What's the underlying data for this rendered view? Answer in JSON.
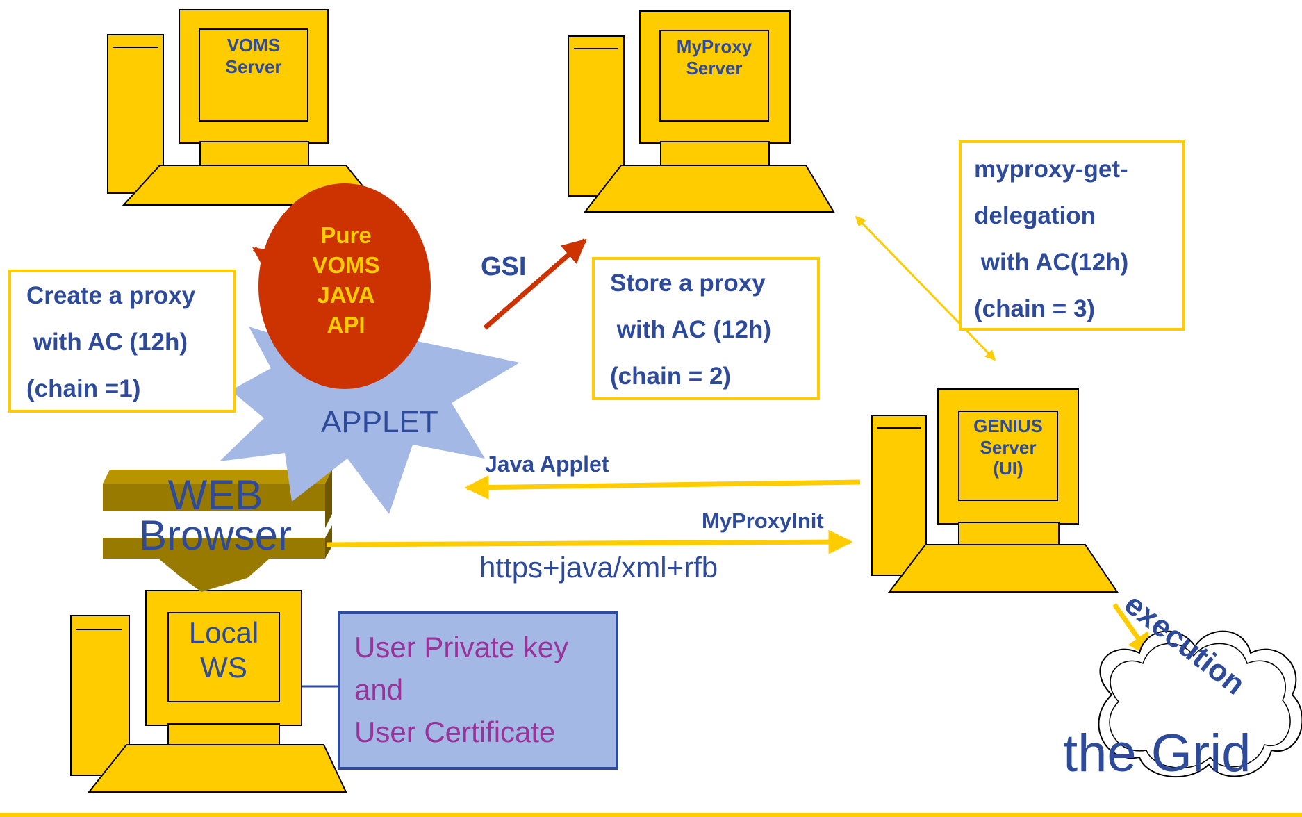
{
  "servers": {
    "voms": "VOMS\nServer",
    "myproxy": "MyProxy\nServer",
    "genius": "GENIUS\nServer\n(UI)",
    "local": "Local\nWS"
  },
  "api_bubble": "Pure\nVOMS\nJAVA\nAPI",
  "applet": "APPLET",
  "browser": "WEB\nBrowser",
  "boxes": {
    "create_proxy": "Create a proxy\n with AC (12h)\n(chain =1)",
    "store_proxy": "Store a proxy\n with AC (12h)\n(chain = 2)",
    "get_delegation": "myproxy-get-\ndelegation\n with AC(12h)\n(chain = 3)",
    "user_credentials": "User Private key\nand\nUser Certificate"
  },
  "arrows": {
    "gsi": "GSI",
    "java_applet": "Java Applet",
    "myproxyinit": "MyProxyInit",
    "protocol": "https+java/xml+rfb",
    "execution": "execution"
  },
  "grid": "the Grid",
  "colors": {
    "computer": "#ffcc00",
    "text_blue": "#2e4b9b",
    "bubble": "#cc3300",
    "starburst": "#a4b8e6",
    "browser": "#997a00",
    "credentials_fill": "#a4b8e6",
    "credentials_text": "#993399"
  }
}
